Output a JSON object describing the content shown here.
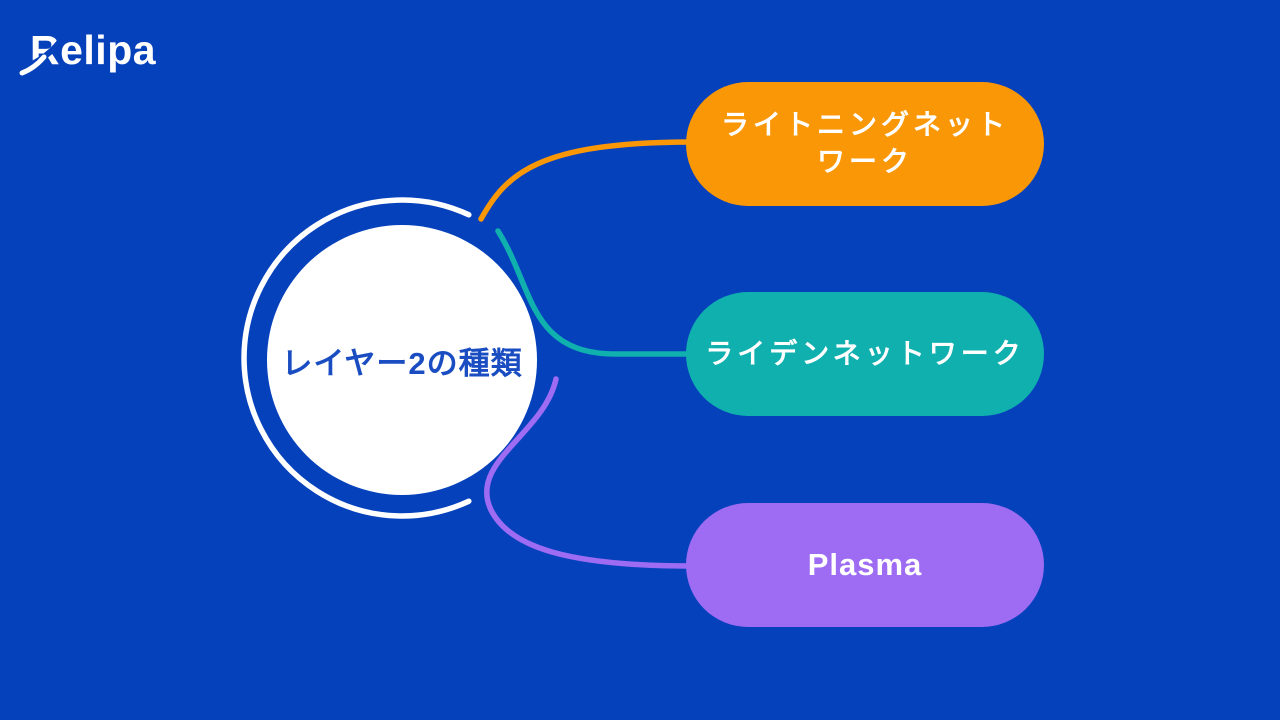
{
  "logo": {
    "text": "Relipa"
  },
  "colors": {
    "background": "#0641BC",
    "ring": "#FFFFFF",
    "center_fill": "#FFFFFF",
    "center_text": "#1A4DC2",
    "node_text": "#FFFFFF",
    "lightning": "#F99706",
    "raiden": "#0FB0AE",
    "plasma": "#9D6CF3"
  },
  "mindmap": {
    "center": {
      "label": "レイヤー2の種類"
    },
    "branches": [
      {
        "id": "lightning",
        "label": "ライトニングネットワーク",
        "lines": [
          "ライトニングネット",
          "ワーク"
        ],
        "color": "#F99706"
      },
      {
        "id": "raiden",
        "label": "ライデンネットワーク",
        "lines": [
          "ライデンネットワーク"
        ],
        "color": "#0FB0AE"
      },
      {
        "id": "plasma",
        "label": "Plasma",
        "lines": [
          "Plasma"
        ],
        "color": "#9D6CF3"
      }
    ]
  }
}
